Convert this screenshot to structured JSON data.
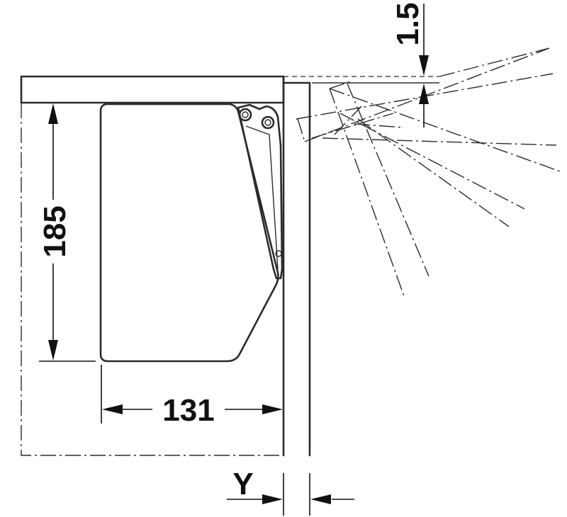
{
  "dimensions": {
    "height": "185",
    "width": "131",
    "offset": "1.5",
    "gap": "Y"
  },
  "colors": {
    "line": "#2b2b2b",
    "background": "#ffffff"
  }
}
